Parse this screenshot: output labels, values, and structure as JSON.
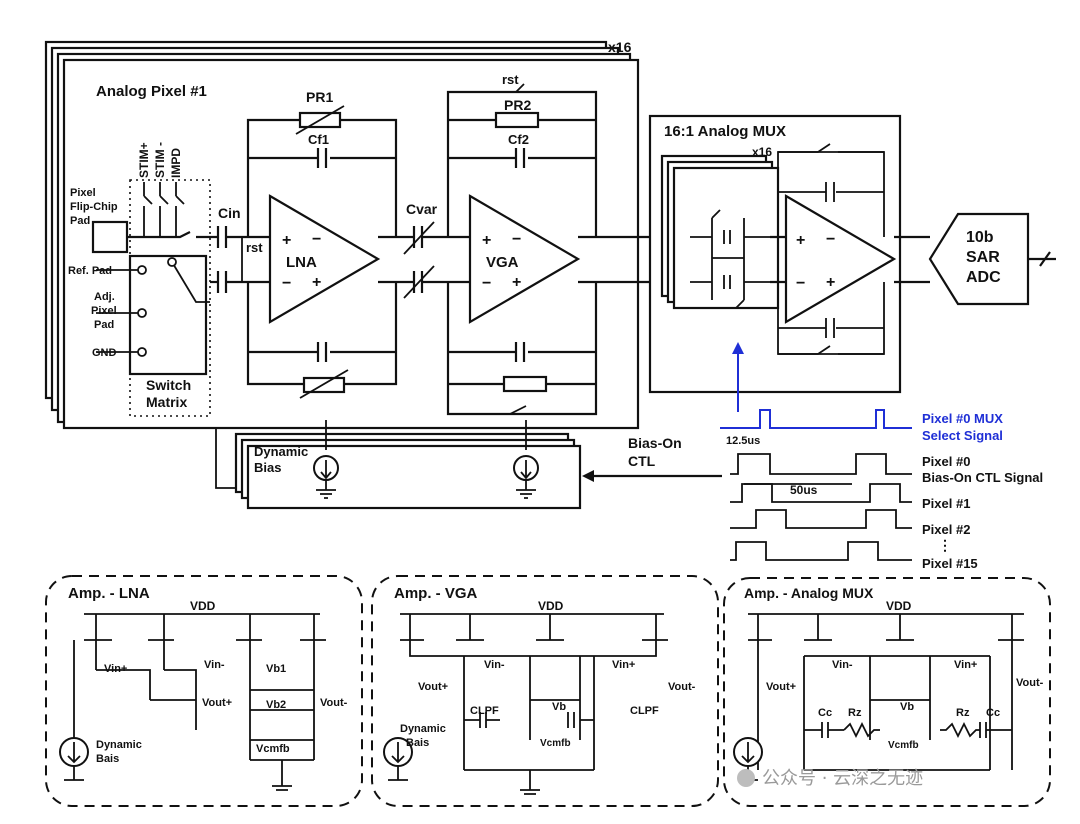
{
  "pixel": {
    "title": "Analog Pixel #1",
    "repeat": "x16",
    "flip_chip_pad": [
      "Pixel",
      "Flip-Chip",
      "Pad"
    ],
    "stim_plus": "STIM+",
    "stim_minus": "STIM -",
    "impd": "IMPD",
    "ref_pad": "Ref. Pad",
    "adj_pad": [
      "Adj.",
      "Pixel",
      "Pad"
    ],
    "gnd": "GND",
    "switch_matrix": [
      "Switch",
      "Matrix"
    ],
    "cin": "Cin",
    "rst": "rst",
    "lna": "LNA",
    "pr1": "PR1",
    "cf1": "Cf1",
    "cvar": "Cvar",
    "vga": "VGA",
    "rst2": "rst",
    "pr2": "PR2",
    "cf2": "Cf2",
    "plus": "+",
    "minus": "−"
  },
  "mux": {
    "title": "16:1 Analog MUX",
    "repeat": "x16"
  },
  "adc": {
    "label": [
      "10b",
      "SAR",
      "ADC"
    ]
  },
  "bias": {
    "block": [
      "Dynamic",
      "Bias"
    ],
    "ctl": [
      "Bias-On",
      "CTL"
    ]
  },
  "timing": {
    "mux_select": [
      "Pixel #0 MUX",
      "Select Signal"
    ],
    "t1": "12.5us",
    "pixel0": [
      "Pixel #0",
      "Bias-On CTL Signal"
    ],
    "t2": "50us",
    "pixel1": "Pixel #1",
    "pixel2": "Pixel #2",
    "vdots": "⋮",
    "pixel15": "Pixel #15",
    "colors": {
      "signal": "#1f2fd6"
    }
  },
  "amp_lna": {
    "title": "Amp. - LNA",
    "vdd": "VDD",
    "vin_plus": "Vin+",
    "vin_minus": "Vin-",
    "vb1": "Vb1",
    "vout_plus": "Vout+",
    "vb2": "Vb2",
    "vout_minus": "Vout-",
    "vcmfb": "Vcmfb",
    "bias": [
      "Dynamic",
      "Bais"
    ]
  },
  "amp_vga": {
    "title": "Amp. - VGA",
    "vdd": "VDD",
    "vin_minus": "Vin-",
    "vin_plus": "Vin+",
    "vout_plus": "Vout+",
    "vout_minus": "Vout-",
    "clpf_l": "CLPF",
    "clpf_r": "CLPF",
    "vb": "Vb",
    "vcmfb": "Vcmfb",
    "bias": [
      "Dynamic",
      "Bais"
    ]
  },
  "amp_mux": {
    "title": "Amp. - Analog MUX",
    "vdd": "VDD",
    "vin_minus": "Vin-",
    "vin_plus": "Vin+",
    "vout_plus": "Vout+",
    "vout_minus": "Vout-",
    "cc_l": "Cc",
    "rz_l": "Rz",
    "vb": "Vb",
    "rz_r": "Rz",
    "cc_r": "Cc",
    "vcmfb": "Vcmfb"
  },
  "watermark": "公众号 · 云深之无迹"
}
